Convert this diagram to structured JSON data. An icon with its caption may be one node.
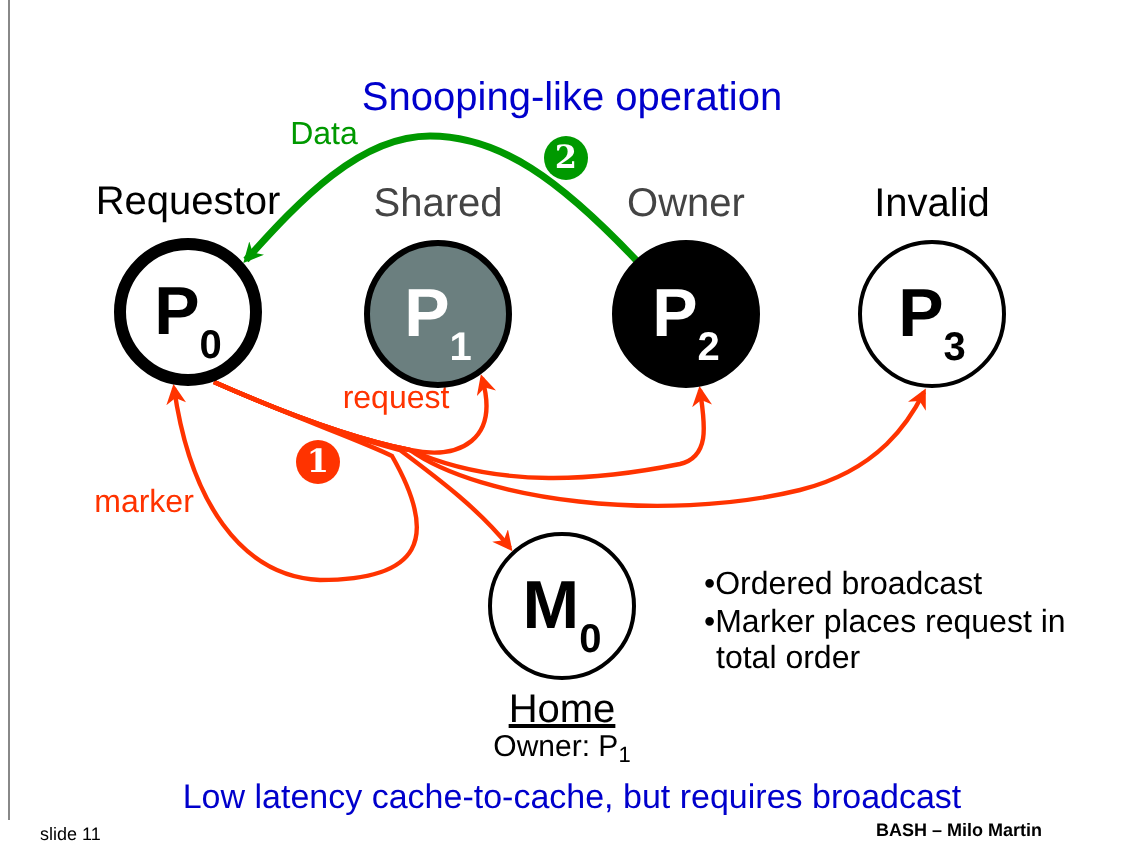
{
  "diagram": {
    "title": "Snooping-like operation",
    "caption": "Low latency cache-to-cache, but requires broadcast",
    "nodes": [
      {
        "text": [
          "P$_{0}$"
        ],
        "beside": [
          "Requestor"
        ]
      },
      {
        "text": [
          "P$_{1}$"
        ],
        "beside": [
          "Shared"
        ]
      },
      {
        "text": [
          "P$_{2}$"
        ],
        "beside": [
          "Owner"
        ]
      },
      {
        "text": [
          "P$_{3}$"
        ],
        "beside": [
          "Invalid"
        ]
      },
      {
        "text": [
          "M$_{0}$"
        ],
        "beside": [
          "Home",
          "Owner: P$_{1}$"
        ]
      }
    ],
    "edges": [
      {
        "from": 2,
        "to": 0,
        "arrow": "to",
        "label": "Data",
        "color": "#009900"
      },
      {
        "from": 0,
        "to": 1,
        "arrow": "to",
        "label": "request"
      },
      {
        "from": 0,
        "to": 2,
        "arrow": "to"
      },
      {
        "from": 0,
        "to": 3,
        "arrow": "to"
      },
      {
        "from": 0,
        "to": 4,
        "arrow": "to"
      },
      {
        "from": 0,
        "to": 0,
        "arrow": "to",
        "label": "marker"
      }
    ],
    "labels": [
      "2",
      "1",
      "•Ordered broadcast",
      "•Marker places request in total order",
      "slide 11",
      "BASH – Milo Martin"
    ]
  }
}
